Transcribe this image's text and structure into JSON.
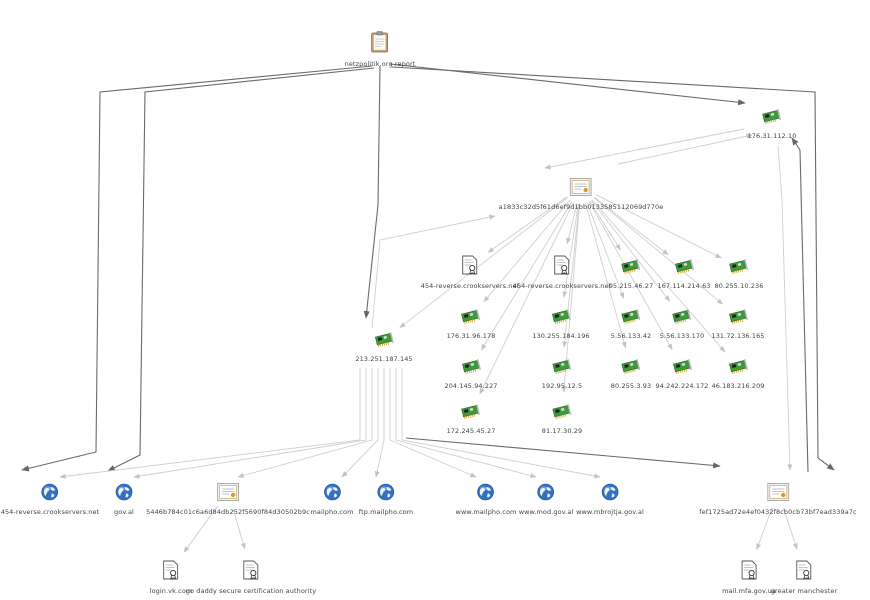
{
  "graph": {
    "nodes": [
      {
        "id": "report",
        "label": "netzpolitik.org report",
        "icon": "clipboard-icon"
      },
      {
        "id": "ip176a",
        "label": "176.31.112.10",
        "icon": "network-card-icon"
      },
      {
        "id": "cert_a",
        "label": "a1833c32d5f61d6ef9d1bb0133585112069d770e",
        "icon": "certificate-icon"
      },
      {
        "id": "d454a",
        "label": "454-reverse.crookservers.net",
        "icon": "document-seal-icon"
      },
      {
        "id": "d454b",
        "label": "454-reverse.crookservers.net",
        "icon": "document-seal-icon"
      },
      {
        "id": "ip95",
        "label": "95.215.46.27",
        "icon": "network-card-icon"
      },
      {
        "id": "ip167",
        "label": "167.114.214.63",
        "icon": "network-card-icon"
      },
      {
        "id": "ip80a",
        "label": "80.255.10.236",
        "icon": "network-card-icon"
      },
      {
        "id": "ip176b",
        "label": "176.31.96.178",
        "icon": "network-card-icon"
      },
      {
        "id": "ip130",
        "label": "130.255.184.196",
        "icon": "network-card-icon"
      },
      {
        "id": "ip5a",
        "label": "5.56.133.42",
        "icon": "network-card-icon"
      },
      {
        "id": "ip5b",
        "label": "5.56.133.170",
        "icon": "network-card-icon"
      },
      {
        "id": "ip131",
        "label": "131.72.136.165",
        "icon": "network-card-icon"
      },
      {
        "id": "ip213",
        "label": "213.251.187.145",
        "icon": "network-card-icon"
      },
      {
        "id": "ip204",
        "label": "204.145.94.227",
        "icon": "network-card-icon"
      },
      {
        "id": "ip192",
        "label": "192.95.12.5",
        "icon": "network-card-icon"
      },
      {
        "id": "ip80b",
        "label": "80.255.3.93",
        "icon": "network-card-icon"
      },
      {
        "id": "ip94",
        "label": "94.242.224.172",
        "icon": "network-card-icon"
      },
      {
        "id": "ip46",
        "label": "46.183.216.209",
        "icon": "network-card-icon"
      },
      {
        "id": "ip172",
        "label": "172.245.45.27",
        "icon": "network-card-icon"
      },
      {
        "id": "ip81",
        "label": "81.17.30.29",
        "icon": "network-card-icon"
      },
      {
        "id": "g454",
        "label": "454-reverse.crookservers.net",
        "icon": "globe-icon"
      },
      {
        "id": "gov",
        "label": "gov.al",
        "icon": "globe-icon"
      },
      {
        "id": "cert_b",
        "label": "5446b784c01c6a6d84db252f5690f84d30502b9c",
        "icon": "certificate-icon"
      },
      {
        "id": "mailpho",
        "label": "mailpho.com",
        "icon": "globe-icon"
      },
      {
        "id": "ftp",
        "label": "ftp.mailpho.com",
        "icon": "globe-icon"
      },
      {
        "id": "wmail",
        "label": "www.mailpho.com",
        "icon": "globe-icon"
      },
      {
        "id": "wmod",
        "label": "www.mod.gov.al",
        "icon": "globe-icon"
      },
      {
        "id": "wmb",
        "label": "www.mbrojtja.gov.al",
        "icon": "globe-icon"
      },
      {
        "id": "cert_c",
        "label": "fef1725ad72e4ef0432f8cb0cb73bf7ead339a7c",
        "icon": "certificate-icon"
      },
      {
        "id": "login",
        "label": "login.vk.com",
        "icon": "document-seal-icon"
      },
      {
        "id": "godaddy",
        "label": "go daddy secure certification authority",
        "icon": "document-seal-icon"
      },
      {
        "id": "mailmfa",
        "label": "mail.mfa.gov.ua",
        "icon": "document-seal-icon"
      },
      {
        "id": "greater",
        "label": "greater manchester",
        "icon": "document-seal-icon"
      }
    ],
    "edges": [
      {
        "from": "report",
        "to": "g454",
        "style": "dark"
      },
      {
        "from": "report",
        "to": "gov",
        "style": "dark"
      },
      {
        "from": "report",
        "to": "ip213",
        "style": "dark"
      },
      {
        "from": "report",
        "to": "ip176a",
        "style": "dark"
      },
      {
        "from": "report",
        "to": "cert_c",
        "style": "dark"
      },
      {
        "from": "ip176a",
        "to": "cert_a",
        "style": "light"
      },
      {
        "from": "cert_a",
        "to": "ip176a",
        "style": "light"
      },
      {
        "from": "ip176a",
        "to": "cert_c",
        "style": "light"
      },
      {
        "from": "cert_c",
        "to": "ip176a",
        "style": "dark"
      },
      {
        "from": "cert_a",
        "to": "d454a",
        "style": "light"
      },
      {
        "from": "cert_a",
        "to": "d454b",
        "style": "light"
      },
      {
        "from": "cert_a",
        "to": "ip95",
        "style": "light"
      },
      {
        "from": "cert_a",
        "to": "ip167",
        "style": "light"
      },
      {
        "from": "cert_a",
        "to": "ip80a",
        "style": "light"
      },
      {
        "from": "cert_a",
        "to": "ip176b",
        "style": "light"
      },
      {
        "from": "cert_a",
        "to": "ip130",
        "style": "light"
      },
      {
        "from": "cert_a",
        "to": "ip5a",
        "style": "light"
      },
      {
        "from": "cert_a",
        "to": "ip5b",
        "style": "light"
      },
      {
        "from": "cert_a",
        "to": "ip131",
        "style": "light"
      },
      {
        "from": "cert_a",
        "to": "ip204",
        "style": "light"
      },
      {
        "from": "cert_a",
        "to": "ip192",
        "style": "light"
      },
      {
        "from": "cert_a",
        "to": "ip80b",
        "style": "light"
      },
      {
        "from": "cert_a",
        "to": "ip94",
        "style": "light"
      },
      {
        "from": "cert_a",
        "to": "ip46",
        "style": "light"
      },
      {
        "from": "cert_a",
        "to": "ip172",
        "style": "light"
      },
      {
        "from": "cert_a",
        "to": "ip81",
        "style": "light"
      },
      {
        "from": "cert_a",
        "to": "ip213",
        "style": "light"
      },
      {
        "from": "ip213",
        "to": "cert_a",
        "style": "light"
      },
      {
        "from": "ip213",
        "to": "g454",
        "style": "light"
      },
      {
        "from": "ip213",
        "to": "gov",
        "style": "light"
      },
      {
        "from": "ip213",
        "to": "cert_b",
        "style": "light"
      },
      {
        "from": "ip213",
        "to": "mailpho",
        "style": "light"
      },
      {
        "from": "ip213",
        "to": "ftp",
        "style": "light"
      },
      {
        "from": "ip213",
        "to": "wmail",
        "style": "light"
      },
      {
        "from": "ip213",
        "to": "wmod",
        "style": "light"
      },
      {
        "from": "ip213",
        "to": "wmb",
        "style": "light"
      },
      {
        "from": "ip213",
        "to": "cert_c",
        "style": "dark"
      },
      {
        "from": "cert_b",
        "to": "login",
        "style": "light"
      },
      {
        "from": "cert_b",
        "to": "godaddy",
        "style": "light"
      },
      {
        "from": "cert_c",
        "to": "mailmfa",
        "style": "light"
      },
      {
        "from": "cert_c",
        "to": "greater",
        "style": "light"
      }
    ]
  }
}
